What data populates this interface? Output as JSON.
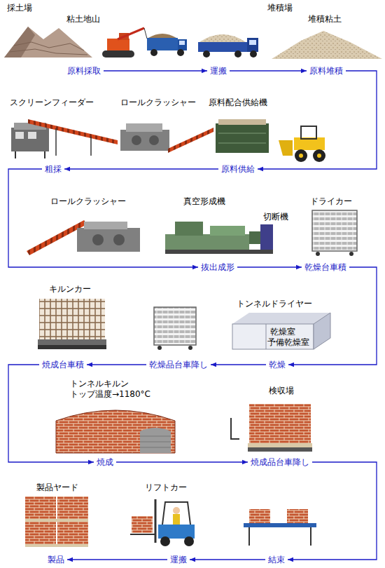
{
  "diagram": {
    "nodes": [
      {
        "text": [
          "原料採取"
        ]
      },
      {
        "text": [
          "運搬"
        ]
      },
      {
        "text": [
          "原料堆積"
        ]
      },
      {
        "text": [
          "粗採"
        ]
      },
      {
        "text": [
          "原料供給"
        ]
      },
      {
        "text": [
          "抜出成形"
        ]
      },
      {
        "text": [
          "乾燥台車積"
        ]
      },
      {
        "text": [
          "焼成台車積"
        ]
      },
      {
        "text": [
          "乾燥品台車降し"
        ]
      },
      {
        "text": [
          "乾燥"
        ]
      },
      {
        "text": [
          "焼成"
        ]
      },
      {
        "text": [
          "焼成品台車降し"
        ]
      },
      {
        "text": [
          "製品"
        ]
      },
      {
        "text": [
          "運搬"
        ]
      },
      {
        "text": [
          "結束"
        ]
      }
    ],
    "edges": [
      {
        "from": 0,
        "to": 1,
        "arrow": "to"
      },
      {
        "from": 1,
        "to": 2,
        "arrow": "to"
      },
      {
        "from": 2,
        "to": 4,
        "arrow": "to"
      },
      {
        "from": 4,
        "to": 3,
        "arrow": "to"
      },
      {
        "from": 3,
        "to": 5,
        "arrow": "to"
      },
      {
        "from": 5,
        "to": 6,
        "arrow": "to"
      },
      {
        "from": 6,
        "to": 9,
        "arrow": "to"
      },
      {
        "from": 9,
        "to": 8,
        "arrow": "to"
      },
      {
        "from": 8,
        "to": 7,
        "arrow": "to"
      },
      {
        "from": 7,
        "to": 10,
        "arrow": "to"
      },
      {
        "from": 10,
        "to": 11,
        "arrow": "to"
      },
      {
        "from": 11,
        "to": 14,
        "arrow": "to"
      },
      {
        "from": 14,
        "to": 13,
        "arrow": "to"
      },
      {
        "from": 13,
        "to": 12,
        "arrow": "to"
      }
    ],
    "labels": [
      "採土場",
      "粘土地山",
      "堆積場",
      "堆積粘土",
      "スクリーンフィーダー",
      "ロールクラッシャー",
      "原料配合供給機",
      "ロールクラッシャー",
      "真空形成機",
      "切断機",
      "ドライカー",
      "キルンカー",
      "トンネルドライヤー",
      "乾燥室",
      "予備乾燥室",
      "トンネルキルン",
      "トップ温度→1180°C",
      "検収場",
      "製品ヤード",
      "リフトカー"
    ]
  }
}
